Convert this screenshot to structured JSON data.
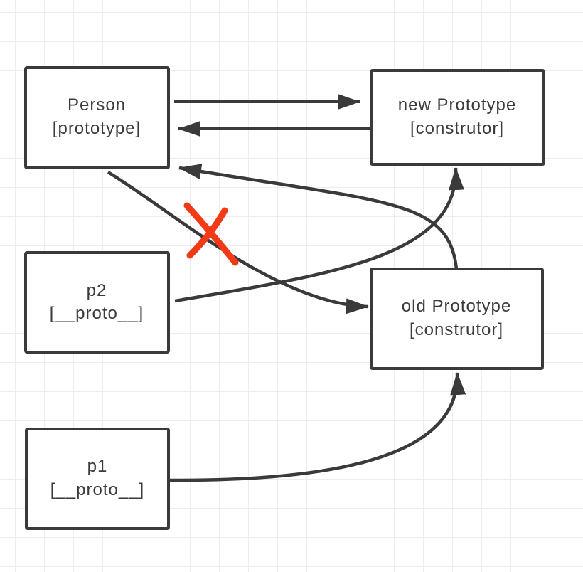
{
  "diagram": {
    "type": "js-prototype-relationship-diagram",
    "colors": {
      "bg": "#ffffff",
      "grid": "#ededed",
      "ink": "#3a3a3a",
      "text": "#3b3b3b",
      "cross": "#f23a17",
      "box_fill": "#ffffff"
    },
    "nodes": [
      {
        "id": "person",
        "line1": "Person",
        "line2": "[prototype]"
      },
      {
        "id": "new-prototype",
        "line1": "new Prototype",
        "line2": "[construtor]"
      },
      {
        "id": "p2",
        "line1": "p2",
        "line2": "[__proto__]"
      },
      {
        "id": "old-prototype",
        "line1": "old Prototype",
        "line2": "[construtor]"
      },
      {
        "id": "p1",
        "line1": "p1",
        "line2": "[__proto__]"
      }
    ],
    "edges": [
      {
        "from": "person",
        "to": "new-prototype",
        "style": "straight",
        "crossed_out": false
      },
      {
        "from": "new-prototype",
        "to": "person",
        "style": "straight",
        "crossed_out": false
      },
      {
        "from": "person",
        "to": "old-prototype",
        "style": "curved",
        "crossed_out": true
      },
      {
        "from": "old-prototype",
        "to": "person",
        "style": "curved",
        "crossed_out": false
      },
      {
        "from": "p2",
        "to": "new-prototype",
        "style": "curved",
        "crossed_out": false
      },
      {
        "from": "p1",
        "to": "old-prototype",
        "style": "curved",
        "crossed_out": false
      }
    ],
    "annotations": [
      {
        "type": "cross-out-x",
        "target": "edge-person-to-old-prototype"
      }
    ]
  }
}
